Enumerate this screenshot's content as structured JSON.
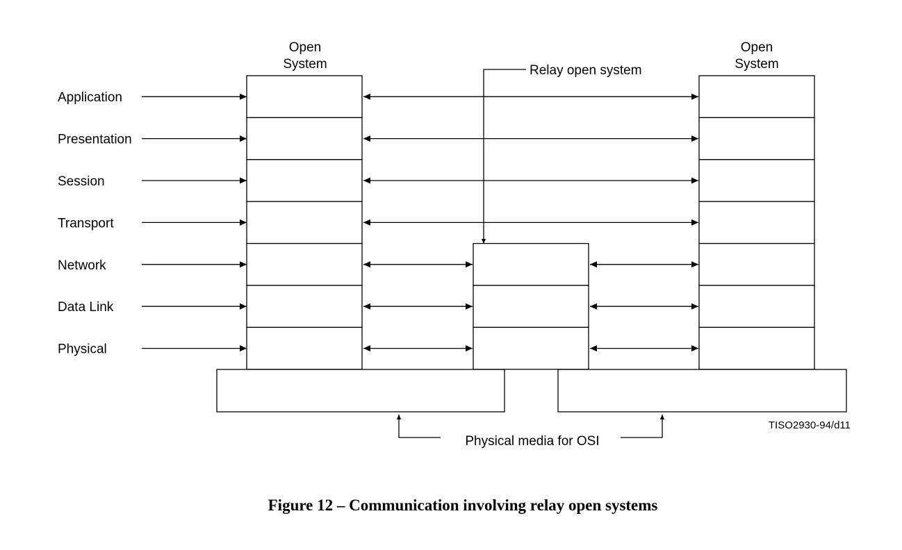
{
  "layers": [
    {
      "id": "application",
      "label": "Application",
      "relay": false
    },
    {
      "id": "presentation",
      "label": "Presentation",
      "relay": false
    },
    {
      "id": "session",
      "label": "Session",
      "relay": false
    },
    {
      "id": "transport",
      "label": "Transport",
      "relay": false
    },
    {
      "id": "network",
      "label": "Network",
      "relay": true
    },
    {
      "id": "data-link",
      "label": "Data Link",
      "relay": true
    },
    {
      "id": "physical",
      "label": "Physical",
      "relay": true
    }
  ],
  "left_system": {
    "title_line1": "Open",
    "title_line2": "System"
  },
  "right_system": {
    "title_line1": "Open",
    "title_line2": "System"
  },
  "relay_label": "Relay open system",
  "media_label": "Physical media for OSI",
  "figure_id": "TISO2930-94/d11",
  "caption": "Figure 12 – Communication involving relay open systems",
  "colors": {
    "stroke": "#000000",
    "background": "#ffffff"
  }
}
